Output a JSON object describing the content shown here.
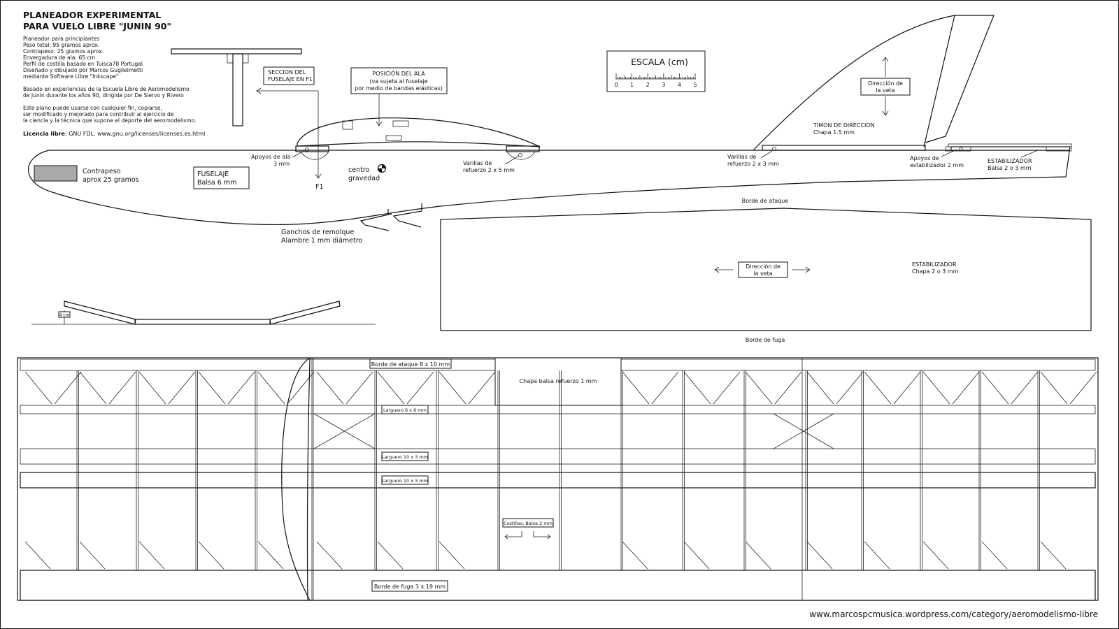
{
  "title": {
    "line1": "PLANEADOR EXPERIMENTAL",
    "line2": "PARA VUELO LIBRE \"JUNIN 90\""
  },
  "info_lines": [
    "Planeador para principiantes",
    "Peso total: 95 gramos aprox.",
    "Contrapeso: 25 gramos aprox.",
    "Envergadura de ala: 65 cm",
    "Perfil de costilla basado en Tuisca78 Portugal",
    "Diseñado y dibujado por Marcos Guglielmetti",
    "mediante Software Libre \"Inkscape\"",
    "",
    "Basado en experiencias de la Escuela Libre de Aeromodelismo",
    "de Junín durante los años 90, dirigida por De Siervo y Rivero",
    "",
    "Este plano puede usarse con cualquier fin, copiarse,",
    "ser modificado y mejorado para contribuir al ejercicio de",
    "la ciencia y la técnica que supone el deporte del aeromodelismo."
  ],
  "license": {
    "label": "Licencia libre",
    "text": ": GNU FDL. www.gnu.org/licenses/licenses.es.html"
  },
  "side_view": {
    "seccion_line1": "SECCION DEL",
    "seccion_line2": "FUSELAJE EN F1",
    "posicion_line1": "POSICIÓN DEL ALA",
    "posicion_line2": "(va sujeta al fuselaje",
    "posicion_line3": "por medio de bandas elásticas)",
    "apoyos_ala_line1": "Apoyos de ala",
    "apoyos_ala_line2": "3 mm",
    "f1": "F1",
    "contrapeso_line1": "Contrapeso",
    "contrapeso_line2": "aprox 25 gramos",
    "fuselaje_line1": "FUSELAJE",
    "fuselaje_line2": "Balsa 6 mm",
    "centro_line1": "centro",
    "centro_line2": "gravedad",
    "varillas1_line1": "Varillas de",
    "varillas1_line2": "refuerzo 2 x 5 mm",
    "varillas2_line1": "Varillas de",
    "varillas2_line2": "refuerzo 2 x 3 mm",
    "ganchos_line1": "Ganchos de remolque",
    "ganchos_line2": "Alambre 1 mm diámetro",
    "timon_line1": "TIMON DE DIRECCION",
    "timon_line2": "Chapa 1.5 mm",
    "veta_line1": "Dirección de",
    "veta_line2": "la veta",
    "apoyos_est_line1": "Apoyos de",
    "apoyos_est_line2": "estabilizador 2 mm",
    "estab_line1": "ESTABILIZADOR",
    "estab_line2": "Balsa 2 o 3 mm"
  },
  "scale": {
    "title": "ESCALA (cm)",
    "ticks": [
      "0",
      "1",
      "2",
      "3",
      "4",
      "5"
    ]
  },
  "dihedral": {
    "label": "4 cm"
  },
  "stabilizer_plan": {
    "borde_ataque": "Borde de ataque",
    "borde_fuga": "Borde de fuga",
    "veta_line1": "Dirección de",
    "veta_line2": "la veta",
    "title_line1": "ESTABILIZADOR",
    "title_line2": "Chapa 2 o 3 mm"
  },
  "wing_plan": {
    "borde_ataque": "Borde de ataque 8 x 10 mm",
    "chapa": "Chapa balsa refuerzo 1 mm",
    "larguero1": "Larguero 6 x 6 mm",
    "larguero2": "Larguero 10 x 3 mm",
    "larguero3": "Larguero 10 x 3 mm",
    "costillas": "Costillas, Balsa 2 mm",
    "borde_fuga": "Borde de fuga 3 x 19 mm"
  },
  "footer_url": "www.marcospcmusica.wordpress.com/category/aeromodelismo-libre",
  "colors": {
    "ink": "#111111",
    "paper": "#ffffff",
    "counterweight": "#a9a9a9"
  }
}
